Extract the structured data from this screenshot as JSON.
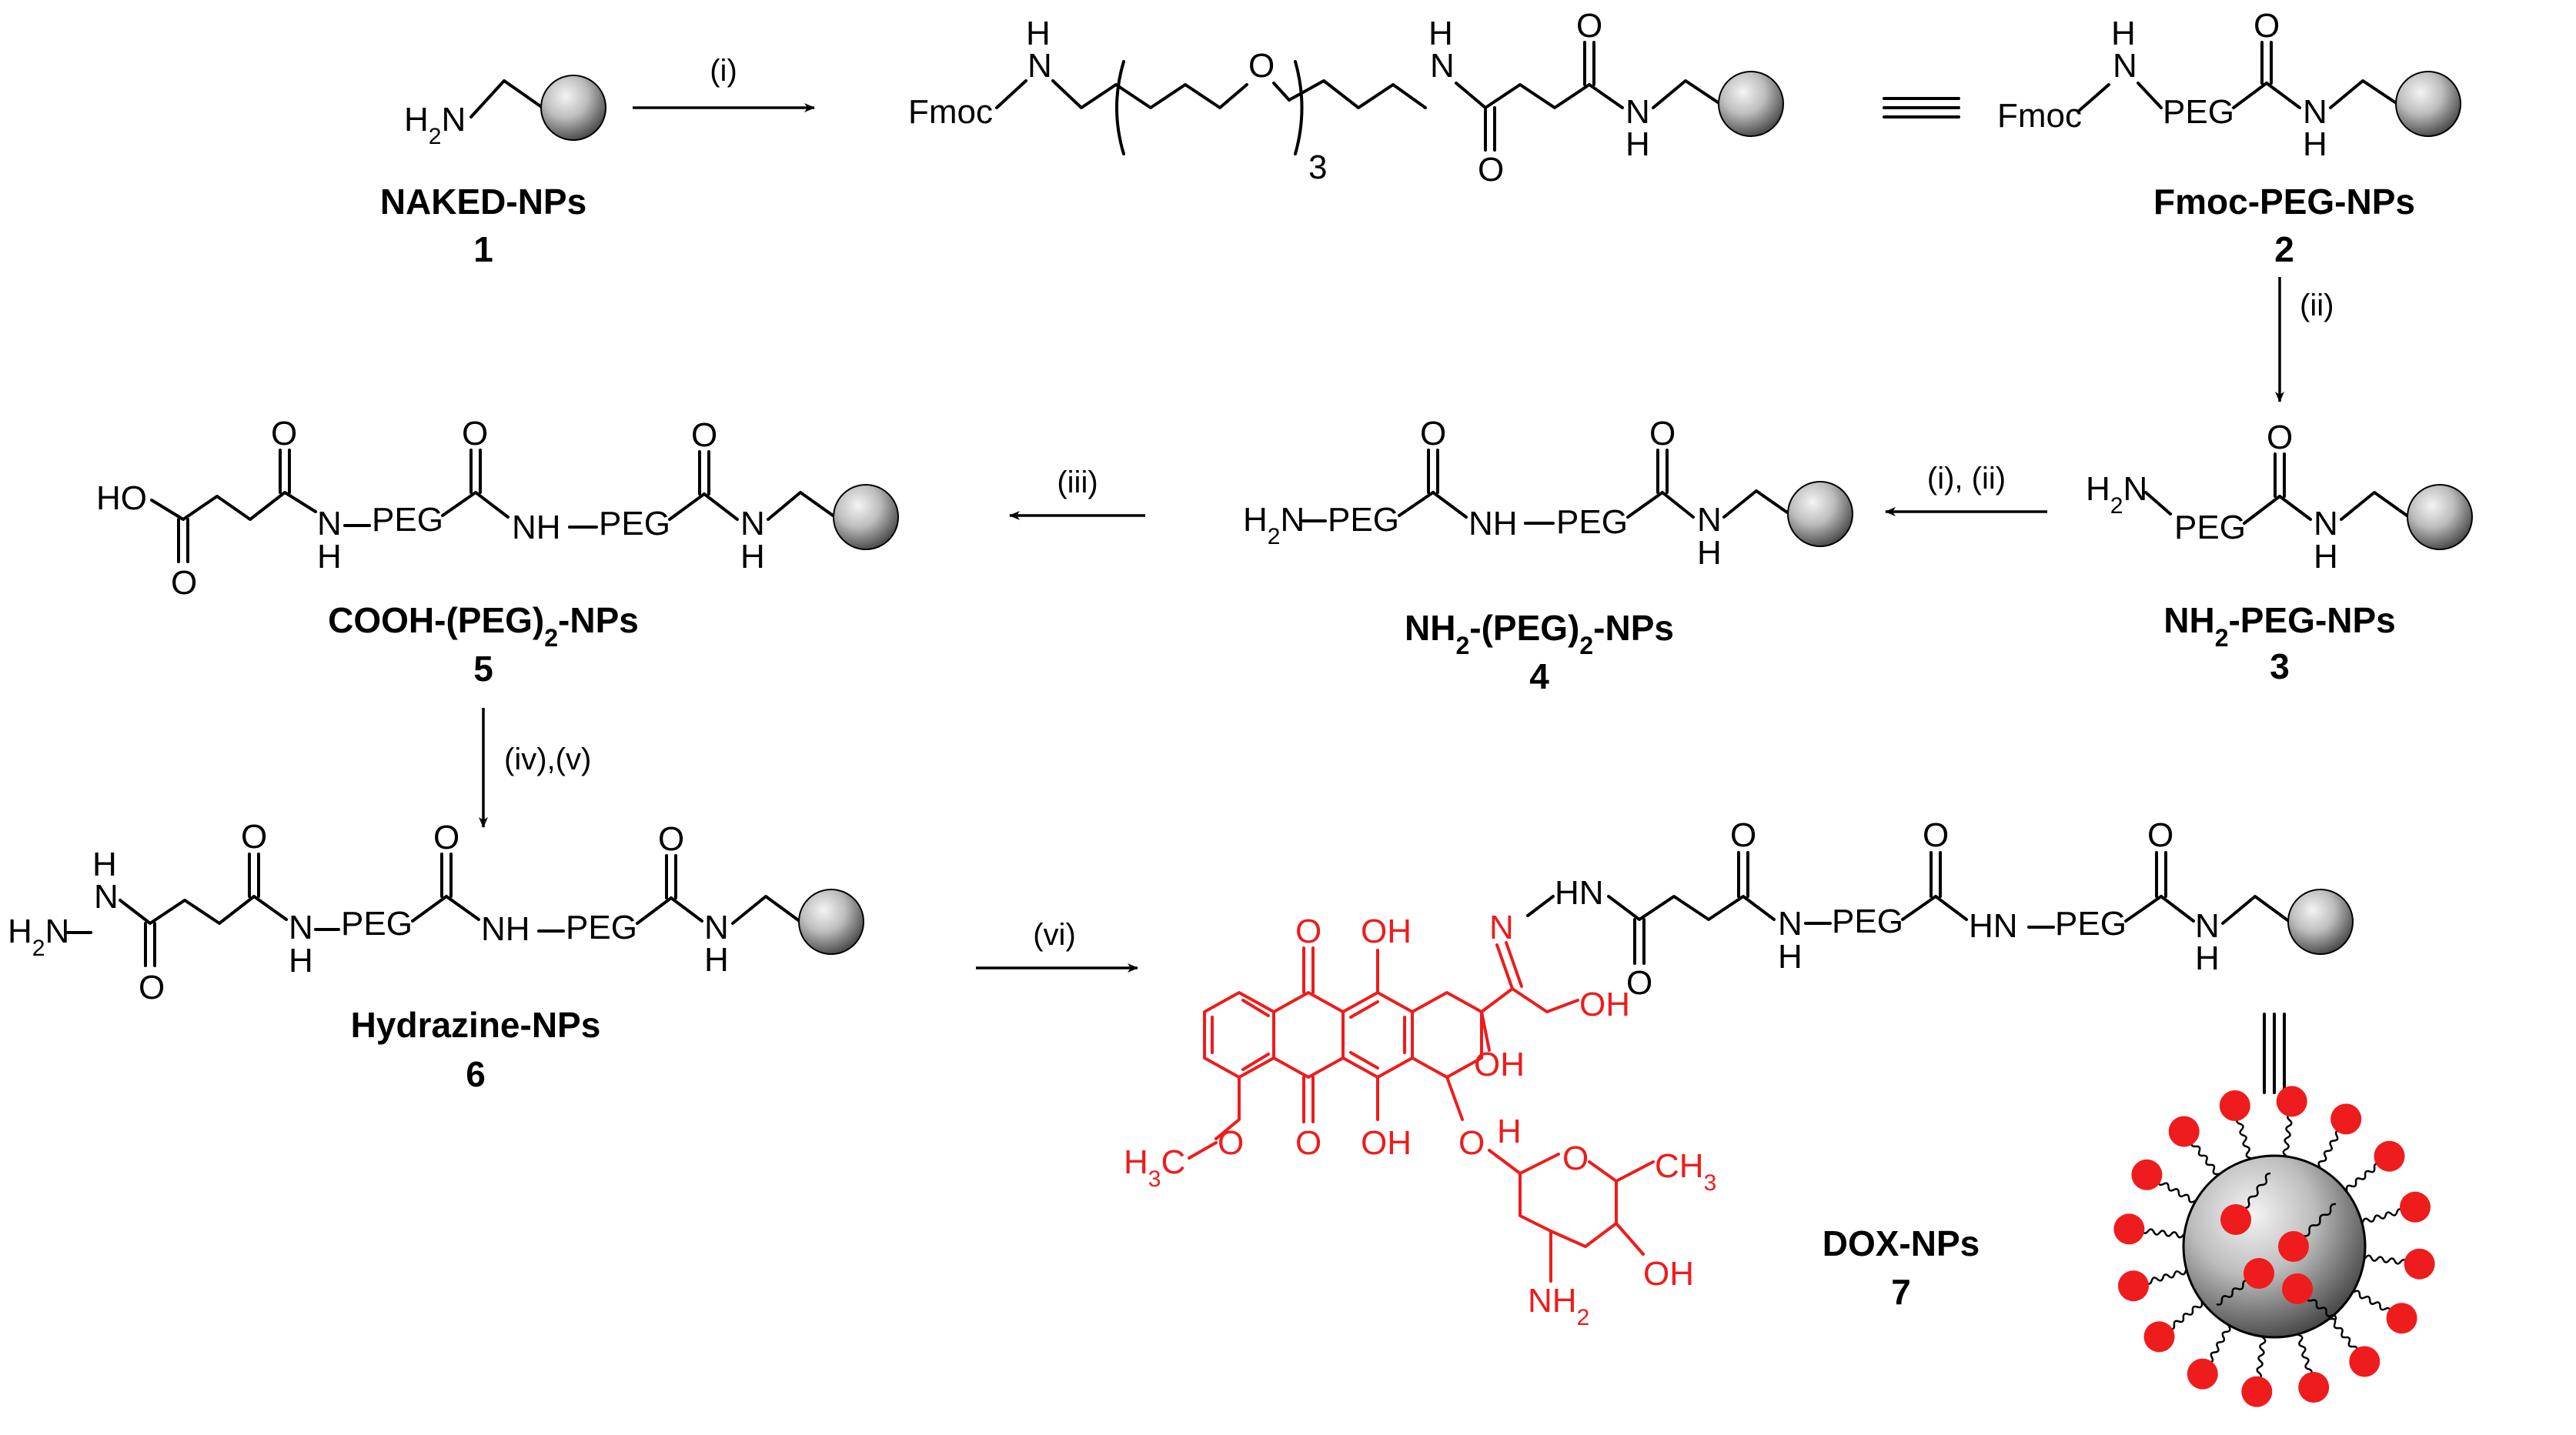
{
  "colors": {
    "ink": "#000000",
    "drug": "#ee1c1c",
    "particle_light": "#f4f4f4",
    "particle_dark": "#3a3a3a"
  },
  "compounds": {
    "c1": {
      "name": "NAKED-NPs",
      "number": "1",
      "group": "H2N"
    },
    "c2": {
      "name": "Fmoc-PEG-NPs",
      "number": "2"
    },
    "c3": {
      "name": "NH2-PEG-NPs",
      "number": "3"
    },
    "c4": {
      "name": "NH2-(PEG)2-NPs",
      "number": "4"
    },
    "c5": {
      "name": "COOH-(PEG)2-NPs",
      "number": "5"
    },
    "c6": {
      "name": "Hydrazine-NPs",
      "number": "6"
    },
    "c7": {
      "name": "DOX-NPs",
      "number": "7"
    }
  },
  "conditions": {
    "step_i": "(i)",
    "step_ii": "(ii)",
    "step_i_ii": "(i), (ii)",
    "step_iii": "(iii)",
    "step_iv_v": "(iv),(v)",
    "step_vi": "(vi)"
  },
  "atoms": {
    "fmoc": "Fmoc",
    "peg": "PEG",
    "nh": "NH",
    "hn": "HN",
    "n": "N",
    "h": "H",
    "o": "O",
    "oh": "OH",
    "ho": "HO",
    "h2n": "H2N",
    "nh2": "NH2",
    "h3c": "H3C",
    "ch3": "CH3",
    "repeat": "3"
  }
}
